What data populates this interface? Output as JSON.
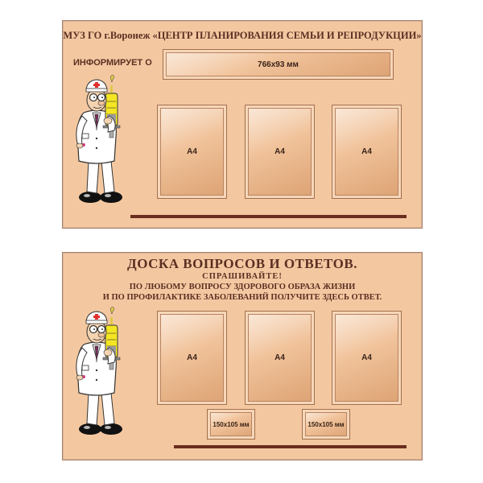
{
  "board_top": {
    "header": "МУЗ ГО г.Воронеж «ЦЕНТР ПЛАНИРОВАНИЯ СЕМЬИ И РЕПРОДУКЦИИ»",
    "informs_label": "ИНФОРМИРУЕТ О",
    "banner_size": "766x93 мм",
    "pockets": [
      "А4",
      "А4",
      "А4"
    ]
  },
  "board_bottom": {
    "title": "ДОСКА ВОПРОСОВ И ОТВЕТОВ.",
    "subtitle": "СПРАШИВАЙТЕ!",
    "line1": "ПО ЛЮБОМУ ВОПРОСУ ЗДОРОВОГО ОБРАЗА ЖИЗНИ",
    "line2": "И ПО ПРОФИЛАКТИКЕ ЗАБОЛЕВАНИЙ ПОЛУЧИТЕ ЗДЕСЬ ОТВЕТ.",
    "pockets": [
      "А4",
      "А4",
      "А4"
    ],
    "small_pockets": [
      "150x105 мм",
      "150x105 мм"
    ]
  },
  "colors": {
    "board": "#f3c8a1",
    "text": "#5b2f22",
    "rule": "#6a2e20"
  }
}
